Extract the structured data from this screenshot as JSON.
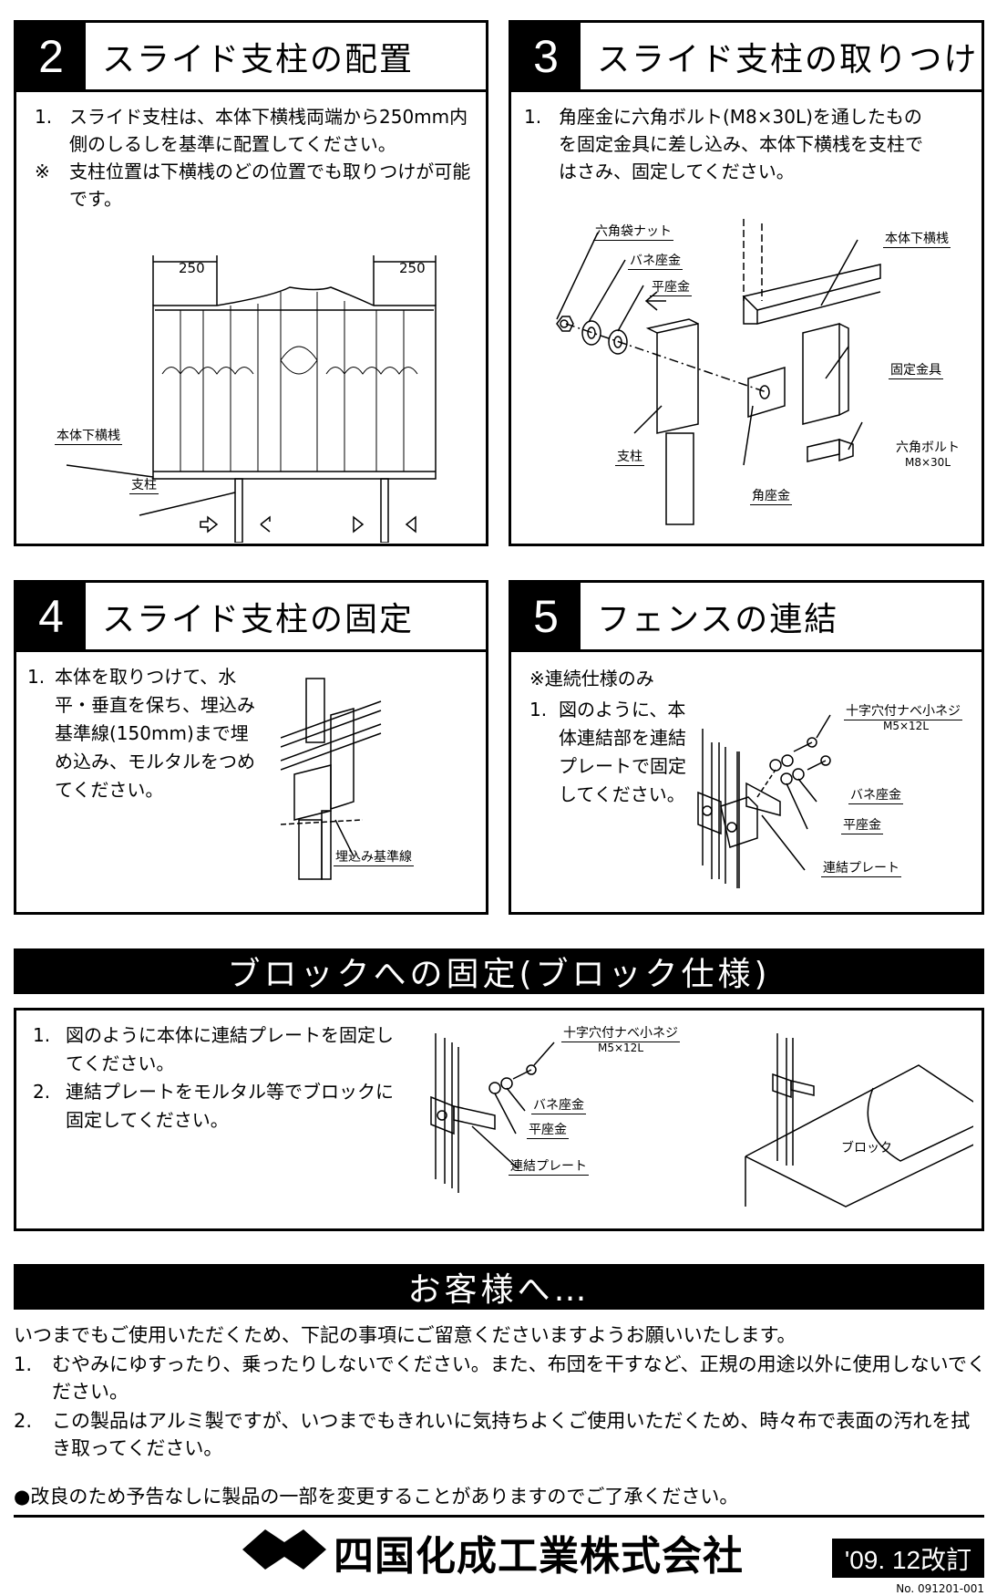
{
  "sec2": {
    "num": "2",
    "title": "スライド支柱の配置",
    "items": [
      {
        "n": "1.",
        "t": "スライド支柱は、本体下横桟両端から250mm内側のしるしを基準に配置してください。"
      },
      {
        "n": "※",
        "t": "支柱位置は下横桟のどの位置でも取りつけが可能です。"
      }
    ],
    "dim_left": "250",
    "dim_right": "250",
    "label_rail": "本体下横桟",
    "label_post": "支柱"
  },
  "sec3": {
    "num": "3",
    "title": "スライド支柱の取りつけ",
    "items": [
      {
        "n": "1.",
        "t": "角座金に六角ボルト(M8×30L)を通したものを固定金具に差し込み、本体下横桟を支柱ではさみ、固定してください。"
      }
    ],
    "labels": {
      "nut": "六角袋ナット",
      "spring": "バネ座金",
      "flat": "平座金",
      "rail": "本体下横桟",
      "bracket": "固定金具",
      "bolt": "六角ボルト",
      "bolt_size": "M8×30L",
      "post": "支柱",
      "square": "角座金"
    }
  },
  "sec4": {
    "num": "4",
    "title": "スライド支柱の固定",
    "items": [
      {
        "n": "1.",
        "t": "本体を取りつけて、水平・垂直を保ち、埋込み基準線(150mm)まで埋め込み、モルタルをつめてください。"
      }
    ],
    "label_line": "埋込み基準線"
  },
  "sec5": {
    "num": "5",
    "title": "フェンスの連結",
    "note": "※連続仕様のみ",
    "items": [
      {
        "n": "1.",
        "t": "図のように、本体連結部を連結プレートで固定してください。"
      }
    ],
    "labels": {
      "screw": "十字穴付ナベ小ネジ",
      "screw_size": "M5×12L",
      "spring": "バネ座金",
      "flat": "平座金",
      "plate": "連結プレート"
    }
  },
  "block": {
    "title": "ブロックへの固定(ブロック仕様)",
    "items": [
      {
        "n": "1.",
        "t": "図のように本体に連結プレートを固定してください。"
      },
      {
        "n": "2.",
        "t": "連結プレートをモルタル等でブロックに固定してください。"
      }
    ],
    "labels": {
      "screw": "十字穴付ナベ小ネジ",
      "screw_size": "M5×12L",
      "spring": "バネ座金",
      "flat": "平座金",
      "plate": "連結プレート",
      "block": "ブロック"
    }
  },
  "customer": {
    "title": "お客様へ…",
    "intro": "いつまでもご使用いただくため、下記の事項にご留意くださいますようお願いいたします。",
    "items": [
      {
        "n": "1.",
        "t": "むやみにゆすったり、乗ったりしないでください。また、布団を干すなど、正規の用途以外に使用しないでください。"
      },
      {
        "n": "2.",
        "t": "この製品はアルミ製ですが、いつまでもきれいに気持ちよくご使用いただくため、時々布で表面の汚れを拭き取ってください。"
      }
    ],
    "notice": "●改良のため予告なしに製品の一部を変更することがありますのでご了承ください。"
  },
  "footer": {
    "company": "四国化成工業株式会社",
    "revision": "'09. 12改訂",
    "doc_no": "No. 091201-001"
  }
}
